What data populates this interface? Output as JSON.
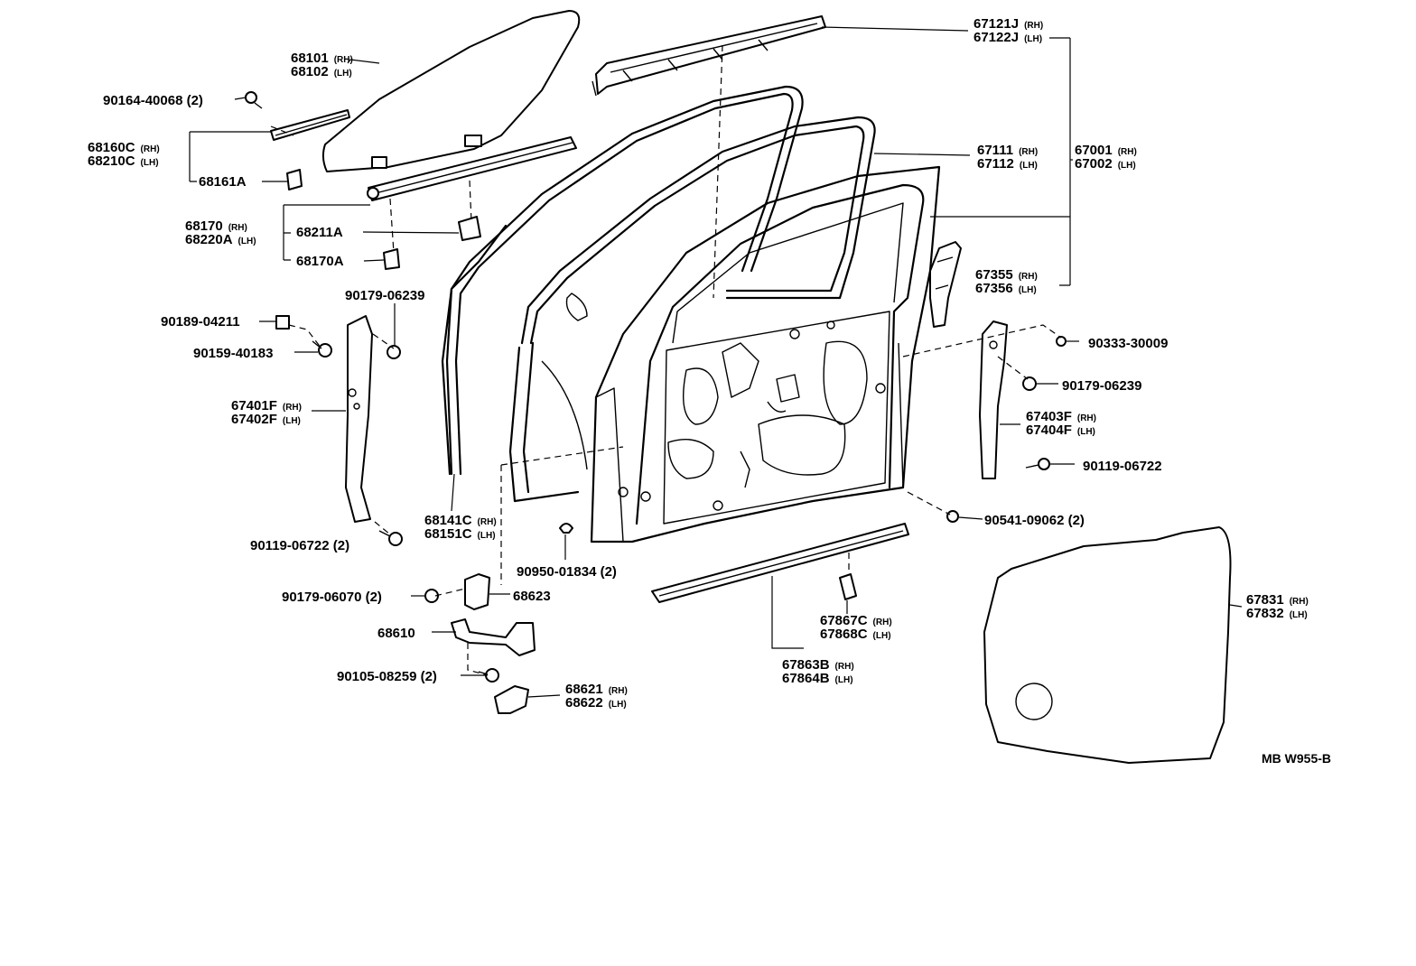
{
  "callouts": [
    {
      "id": "c67121J",
      "parts": [
        {
          "pn": "67121J",
          "suffix": "(RH)"
        },
        {
          "pn": "67122J",
          "suffix": "(LH)"
        }
      ]
    },
    {
      "id": "c68101",
      "parts": [
        {
          "pn": "68101",
          "suffix": "(RH)"
        },
        {
          "pn": "68102",
          "suffix": "(LH)"
        }
      ]
    },
    {
      "id": "c90164",
      "parts": [
        {
          "pn": "90164-40068 (2)",
          "suffix": ""
        }
      ]
    },
    {
      "id": "c68160C",
      "parts": [
        {
          "pn": "68160C",
          "suffix": "(RH)"
        },
        {
          "pn": "68210C",
          "suffix": "(LH)"
        }
      ]
    },
    {
      "id": "c68161A",
      "parts": [
        {
          "pn": "68161A",
          "suffix": ""
        }
      ]
    },
    {
      "id": "c67111",
      "parts": [
        {
          "pn": "67111",
          "suffix": "(RH)"
        },
        {
          "pn": "67112",
          "suffix": "(LH)"
        }
      ]
    },
    {
      "id": "c67001",
      "parts": [
        {
          "pn": "67001",
          "suffix": "(RH)"
        },
        {
          "pn": "67002",
          "suffix": "(LH)"
        }
      ]
    },
    {
      "id": "c68170",
      "parts": [
        {
          "pn": "68170",
          "suffix": "(RH)"
        },
        {
          "pn": "68220A",
          "suffix": "(LH)"
        }
      ]
    },
    {
      "id": "c68211A",
      "parts": [
        {
          "pn": "68211A",
          "suffix": ""
        }
      ]
    },
    {
      "id": "c68170A",
      "parts": [
        {
          "pn": "68170A",
          "suffix": ""
        }
      ]
    },
    {
      "id": "c67355",
      "parts": [
        {
          "pn": "67355",
          "suffix": "(RH)"
        },
        {
          "pn": "67356",
          "suffix": "(LH)"
        }
      ]
    },
    {
      "id": "c90179a",
      "parts": [
        {
          "pn": "90179-06239",
          "suffix": ""
        }
      ]
    },
    {
      "id": "c90189",
      "parts": [
        {
          "pn": "90189-04211",
          "suffix": ""
        }
      ]
    },
    {
      "id": "c90159",
      "parts": [
        {
          "pn": "90159-40183",
          "suffix": ""
        }
      ]
    },
    {
      "id": "c90333",
      "parts": [
        {
          "pn": "90333-30009",
          "suffix": ""
        }
      ]
    },
    {
      "id": "c90179b",
      "parts": [
        {
          "pn": "90179-06239",
          "suffix": ""
        }
      ]
    },
    {
      "id": "c67401F",
      "parts": [
        {
          "pn": "67401F",
          "suffix": "(RH)"
        },
        {
          "pn": "67402F",
          "suffix": "(LH)"
        }
      ]
    },
    {
      "id": "c67403F",
      "parts": [
        {
          "pn": "67403F",
          "suffix": "(RH)"
        },
        {
          "pn": "67404F",
          "suffix": "(LH)"
        }
      ]
    },
    {
      "id": "c90119b",
      "parts": [
        {
          "pn": "90119-06722",
          "suffix": ""
        }
      ]
    },
    {
      "id": "c68141C",
      "parts": [
        {
          "pn": "68141C",
          "suffix": "(RH)"
        },
        {
          "pn": "68151C",
          "suffix": "(LH)"
        }
      ]
    },
    {
      "id": "c90541",
      "parts": [
        {
          "pn": "90541-09062 (2)",
          "suffix": ""
        }
      ]
    },
    {
      "id": "c90119a",
      "parts": [
        {
          "pn": "90119-06722 (2)",
          "suffix": ""
        }
      ]
    },
    {
      "id": "c90950",
      "parts": [
        {
          "pn": "90950-01834 (2)",
          "suffix": ""
        }
      ]
    },
    {
      "id": "c67831",
      "parts": [
        {
          "pn": "67831",
          "suffix": "(RH)"
        },
        {
          "pn": "67832",
          "suffix": "(LH)"
        }
      ]
    },
    {
      "id": "c90179c",
      "parts": [
        {
          "pn": "90179-06070 (2)",
          "suffix": ""
        }
      ]
    },
    {
      "id": "c68623",
      "parts": [
        {
          "pn": "68623",
          "suffix": ""
        }
      ]
    },
    {
      "id": "c67867C",
      "parts": [
        {
          "pn": "67867C",
          "suffix": "(RH)"
        },
        {
          "pn": "67868C",
          "suffix": "(LH)"
        }
      ]
    },
    {
      "id": "c68610",
      "parts": [
        {
          "pn": "68610",
          "suffix": ""
        }
      ]
    },
    {
      "id": "c67863B",
      "parts": [
        {
          "pn": "67863B",
          "suffix": "(RH)"
        },
        {
          "pn": "67864B",
          "suffix": "(LH)"
        }
      ]
    },
    {
      "id": "c90105",
      "parts": [
        {
          "pn": "90105-08259 (2)",
          "suffix": ""
        }
      ]
    },
    {
      "id": "c68621",
      "parts": [
        {
          "pn": "68621",
          "suffix": "(RH)"
        },
        {
          "pn": "68622",
          "suffix": "(LH)"
        }
      ]
    }
  ],
  "drawing_code": "MB W955-B",
  "colors": {
    "ink": "#000000",
    "paper": "#ffffff"
  }
}
